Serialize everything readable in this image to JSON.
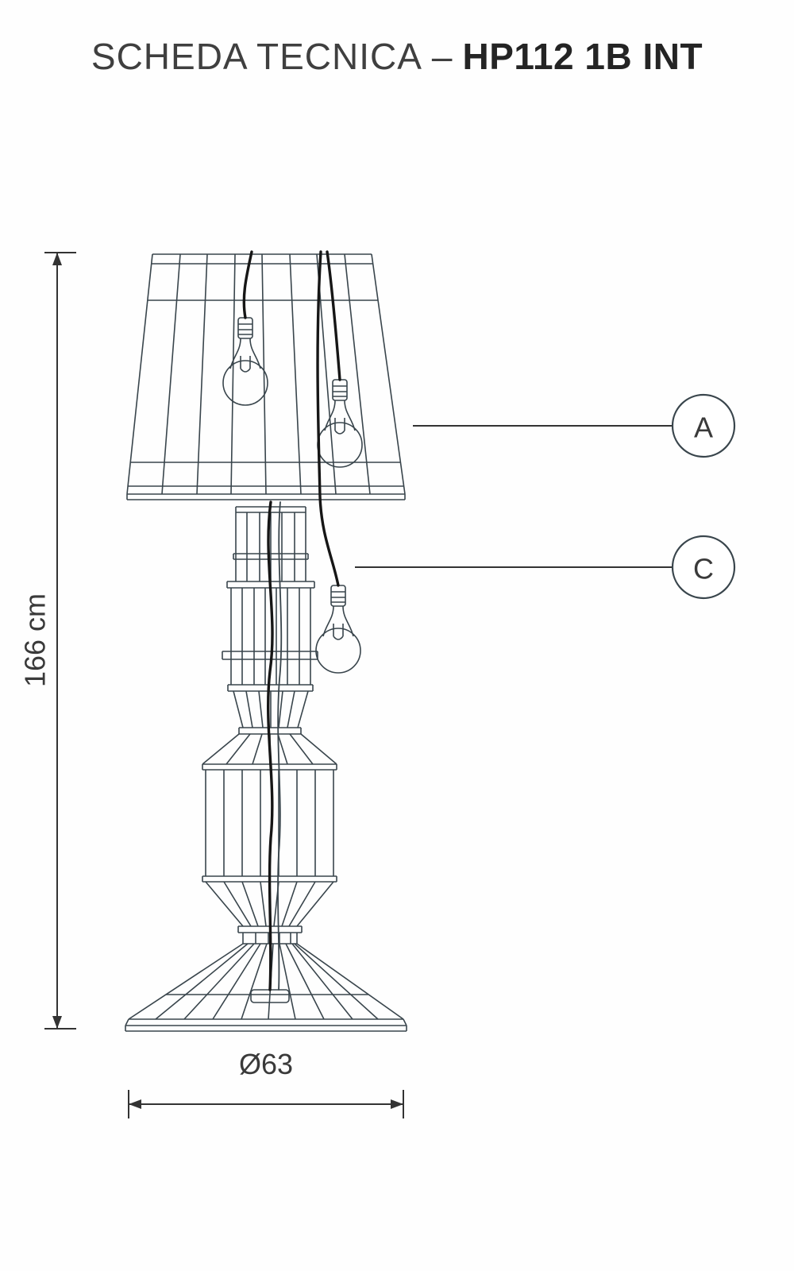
{
  "title": {
    "regular": "SCHEDA TECNICA",
    "separator": "–",
    "bold": "HP112 1B INT"
  },
  "dimensions": {
    "height": "166 cm",
    "diameter": "Ø63"
  },
  "callouts": [
    {
      "label": "A"
    },
    {
      "label": "C"
    }
  ],
  "colors": {
    "line": "#39454c",
    "cord": "#161616",
    "dimension": "#333333",
    "text": "#3a3a3a"
  }
}
